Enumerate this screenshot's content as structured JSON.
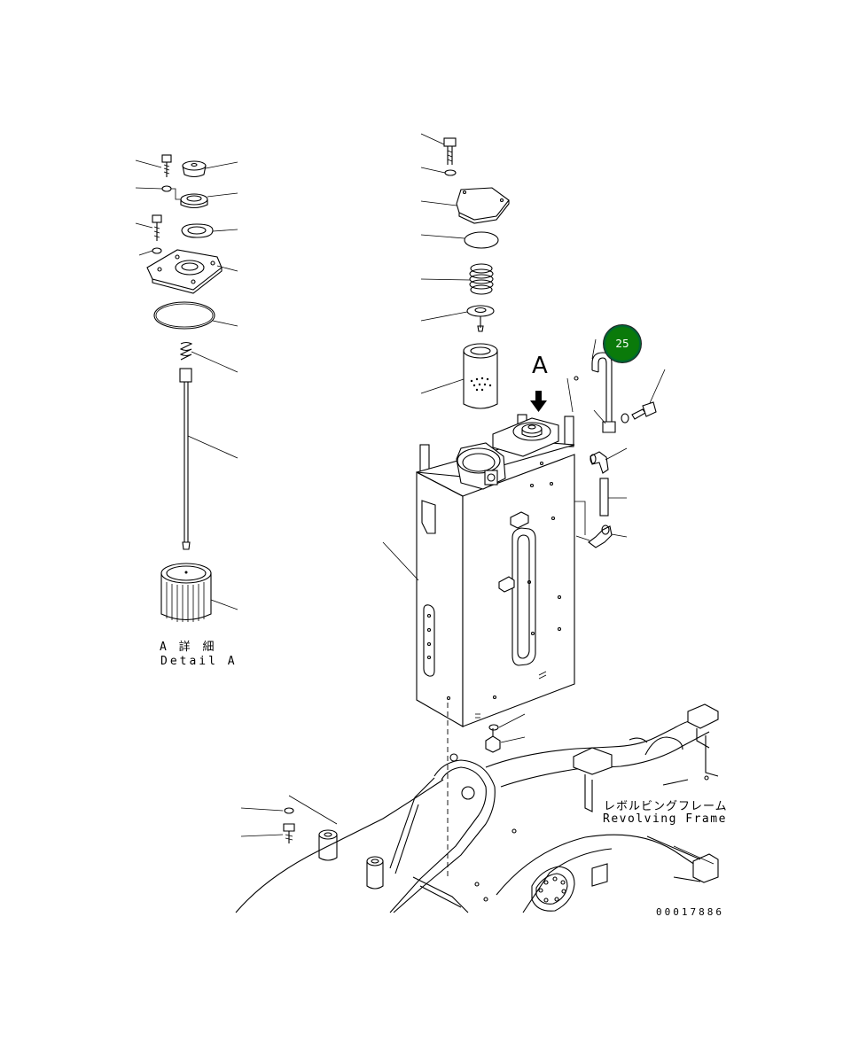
{
  "labels": {
    "detail_a_jp": "A 詳 細",
    "detail_a_en": "Detail A",
    "view_letter": "A",
    "revolving_frame_jp": "レボルビングフレーム",
    "revolving_frame_en": "Revolving Frame",
    "drawing_number": "00017886"
  },
  "callout": {
    "number": "25",
    "color": "#0a7a0a"
  }
}
